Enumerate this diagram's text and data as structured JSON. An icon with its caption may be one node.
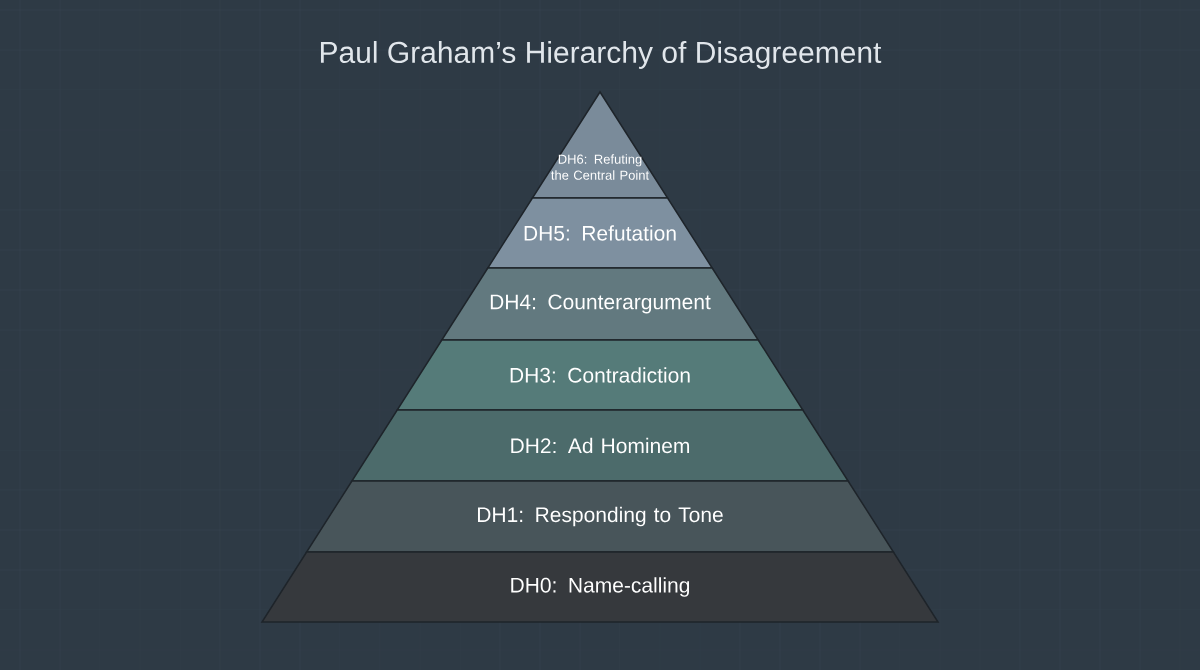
{
  "diagram": {
    "title": "Paul Graham’s Hierarchy of Disagreement",
    "nodes": [
      {
        "text": [
          "DH6: Refuting the Central Point"
        ]
      },
      {
        "text": [
          "DH5: Refutation"
        ]
      },
      {
        "text": [
          "DH4: Counterargument"
        ]
      },
      {
        "text": [
          "DH3: Contradiction"
        ]
      },
      {
        "text": [
          "DH2: Ad Hominem"
        ]
      },
      {
        "text": [
          "DH1: Responding to Tone"
        ]
      },
      {
        "text": [
          "DH0: Name-calling"
        ]
      }
    ]
  }
}
